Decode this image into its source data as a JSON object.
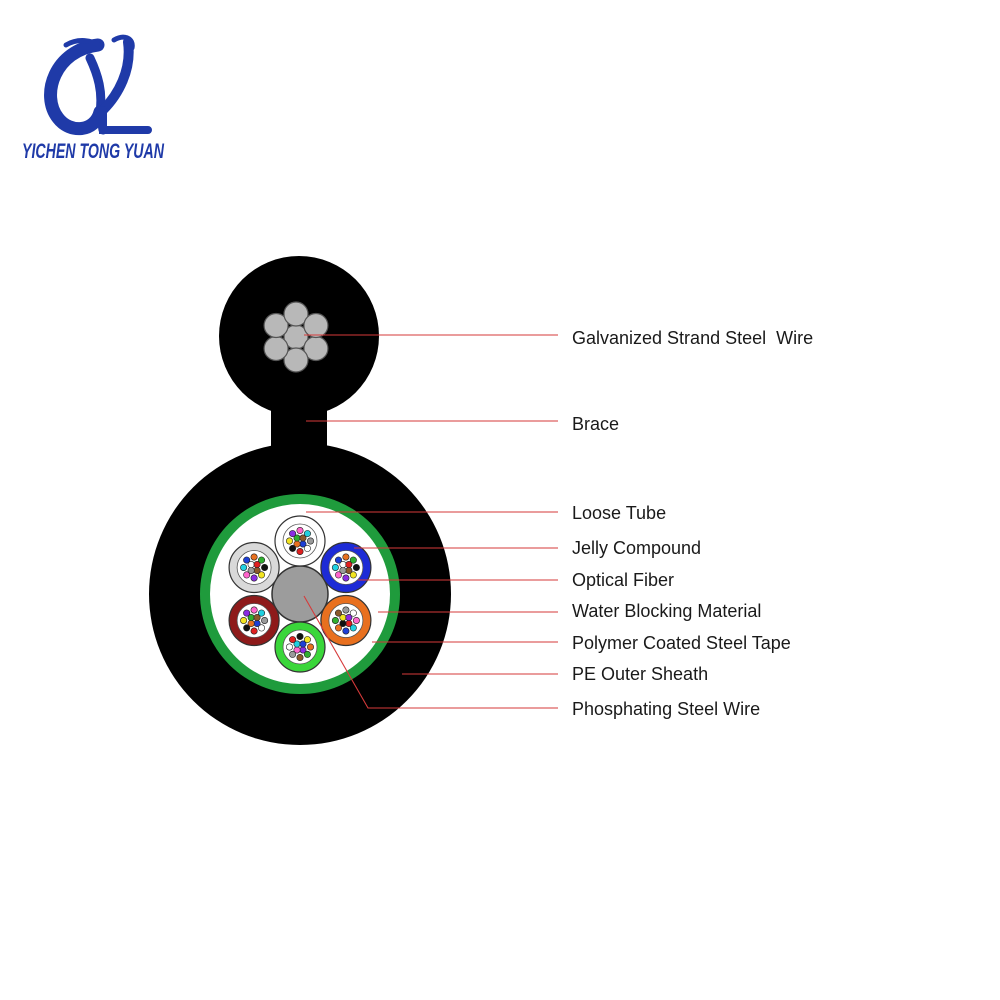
{
  "brand": {
    "name": "YICHEN TONG YUAN",
    "color": "#1f3aa8"
  },
  "diagram": {
    "leader_color": "#d63a3a",
    "labels": [
      {
        "id": "galvanized-strand-steel-wire",
        "text": "Galvanized Strand Steel  Wire"
      },
      {
        "id": "brace",
        "text": "Brace"
      },
      {
        "id": "loose-tube",
        "text": "Loose Tube"
      },
      {
        "id": "jelly-compound",
        "text": "Jelly Compound"
      },
      {
        "id": "optical-fiber",
        "text": "Optical Fiber"
      },
      {
        "id": "water-blocking-material",
        "text": "Water Blocking Material"
      },
      {
        "id": "polymer-coated-steel-tape",
        "text": "Polymer Coated Steel Tape"
      },
      {
        "id": "pe-outer-sheath",
        "text": "PE Outer Sheath"
      },
      {
        "id": "phosphating-steel-wire",
        "text": "Phosphating Steel Wire"
      }
    ],
    "tube_colors": [
      "#ffffff",
      "#1d2bd6",
      "#e8701f",
      "#3ad63a",
      "#8e1a1a",
      "#d9d9d9"
    ],
    "fiber_colors": [
      "#1d3fd6",
      "#e8701f",
      "#2fae2f",
      "#8b5a2b",
      "#9a9a9a",
      "#ffffff",
      "#e02020",
      "#111111",
      "#f2e421",
      "#8a2be2",
      "#ff66cc",
      "#20d0e0"
    ],
    "sheath_color": "#000000",
    "armor_color": "#1f9b3c",
    "center_member_color": "#9c9c9c",
    "steel_wire_color": "#b8b8b8"
  }
}
